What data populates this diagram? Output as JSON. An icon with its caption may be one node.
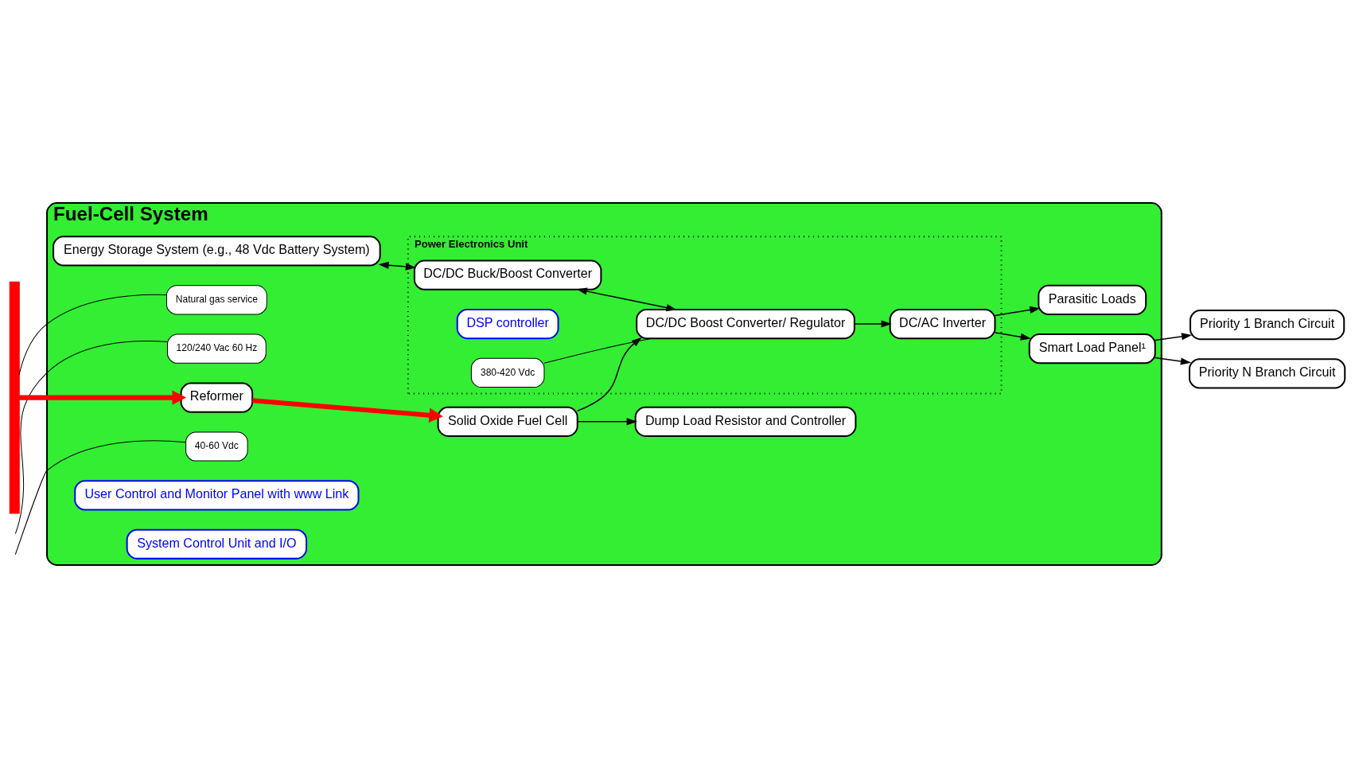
{
  "diagram": {
    "nodes": [
      {
        "text": [
          "Fuel-Cell System"
        ]
      },
      {
        "text": [
          "Energy Storage System (e.g., 48 Vdc Battery System)"
        ],
        "in": 0
      },
      {
        "text": [
          "Natural gas service"
        ],
        "in": 0
      },
      {
        "text": [],
        "shape": "bar"
      },
      {
        "text": [
          "Power Electronics Unit"
        ],
        "in": 0
      },
      {
        "text": [
          "Dump Load Resistor and Controller"
        ],
        "in": 0
      },
      {
        "text": [
          "DC/DC Buck/Boost Converter"
        ],
        "in": 4
      },
      {
        "text": [
          "DSP controller"
        ],
        "in": 4
      },
      {
        "text": [
          "120/240 Vac 60 Hz"
        ],
        "in": 0
      },
      {
        "text": [
          "Reformer"
        ],
        "in": 0
      },
      {
        "text": [
          "Solid Oxide Fuel Cell"
        ],
        "in": 0
      },
      {
        "text": [
          "DC/DC Boost Converter/ Regulator"
        ],
        "in": 4
      },
      {
        "text": [
          "DC/AC Inverter"
        ],
        "in": 4
      },
      {
        "text": [
          "Smart Load Panel¹"
        ],
        "in": 0
      },
      {
        "text": [
          "Priority 1 Branch Circuit"
        ]
      },
      {
        "text": [
          "Priority N Branch Circuit"
        ]
      },
      {
        "text": [
          "380-420 Vdc"
        ],
        "in": 4
      },
      {
        "text": [
          "40-60 Vdc"
        ],
        "in": 0
      },
      {
        "text": [
          "User Control and Monitor Panel with www Link"
        ],
        "in": 0
      },
      {
        "text": [
          "System Control Unit and I/O"
        ],
        "in": 0
      },
      {
        "text": [
          "Parasitic Loads"
        ],
        "in": 0
      }
    ],
    "edges": [
      {
        "from": 3,
        "to": 9,
        "arrow": "to",
        "style": "thick",
        "color": "#ff0000"
      },
      {
        "from": 9,
        "to": 10,
        "arrow": "to",
        "style": "thick",
        "color": "#ff0000"
      },
      {
        "from": 10,
        "to": 11,
        "arrow": "to"
      },
      {
        "from": 10,
        "to": 5,
        "arrow": "to"
      },
      {
        "from": 1,
        "to": 6,
        "arrow": "both"
      },
      {
        "from": 6,
        "to": 11,
        "arrow": "both"
      },
      {
        "from": 11,
        "to": 12,
        "arrow": "to"
      },
      {
        "from": 12,
        "to": 13,
        "arrow": "to"
      },
      {
        "from": 12,
        "to": 20,
        "arrow": "to"
      },
      {
        "from": 13,
        "to": 14,
        "arrow": "to"
      },
      {
        "from": 13,
        "to": 15,
        "arrow": "to"
      },
      {
        "from": 2,
        "to": 3,
        "arrow": "none"
      },
      {
        "from": 8,
        "to": null,
        "arrow": "none"
      },
      {
        "from": 16,
        "to": 11,
        "arrow": "none"
      },
      {
        "from": 17,
        "to": null,
        "arrow": "none"
      }
    ]
  }
}
